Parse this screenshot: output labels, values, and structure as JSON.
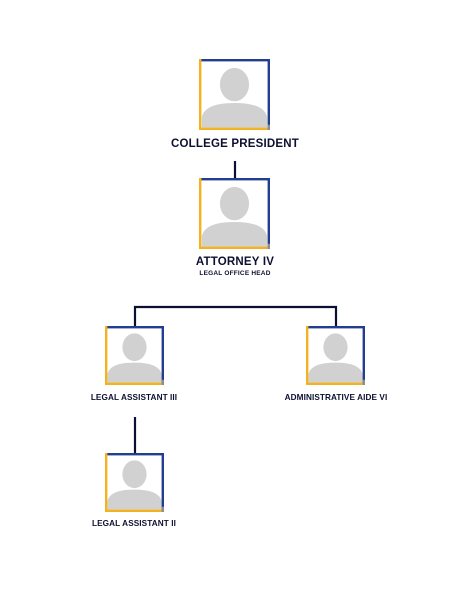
{
  "colors": {
    "frame_blue": "#233d91",
    "frame_gold": "#f3b321",
    "frame_gray": "#8c8c8c",
    "avatar_fill": "#d1d1d1",
    "connector": "#0c1030",
    "text": "#0c1030"
  },
  "icons": {
    "avatar": "person-silhouette-icon"
  },
  "nodes": {
    "president": {
      "title": "COLLEGE PRESIDENT"
    },
    "attorney": {
      "title": "ATTORNEY IV",
      "subtitle": "LEGAL OFFICE HEAD"
    },
    "legal_assistant_iii": {
      "title": "LEGAL ASSISTANT III"
    },
    "admin_aide_vi": {
      "title": "ADMINISTRATIVE AIDE VI"
    },
    "legal_assistant_ii": {
      "title": "LEGAL ASSISTANT II"
    }
  }
}
